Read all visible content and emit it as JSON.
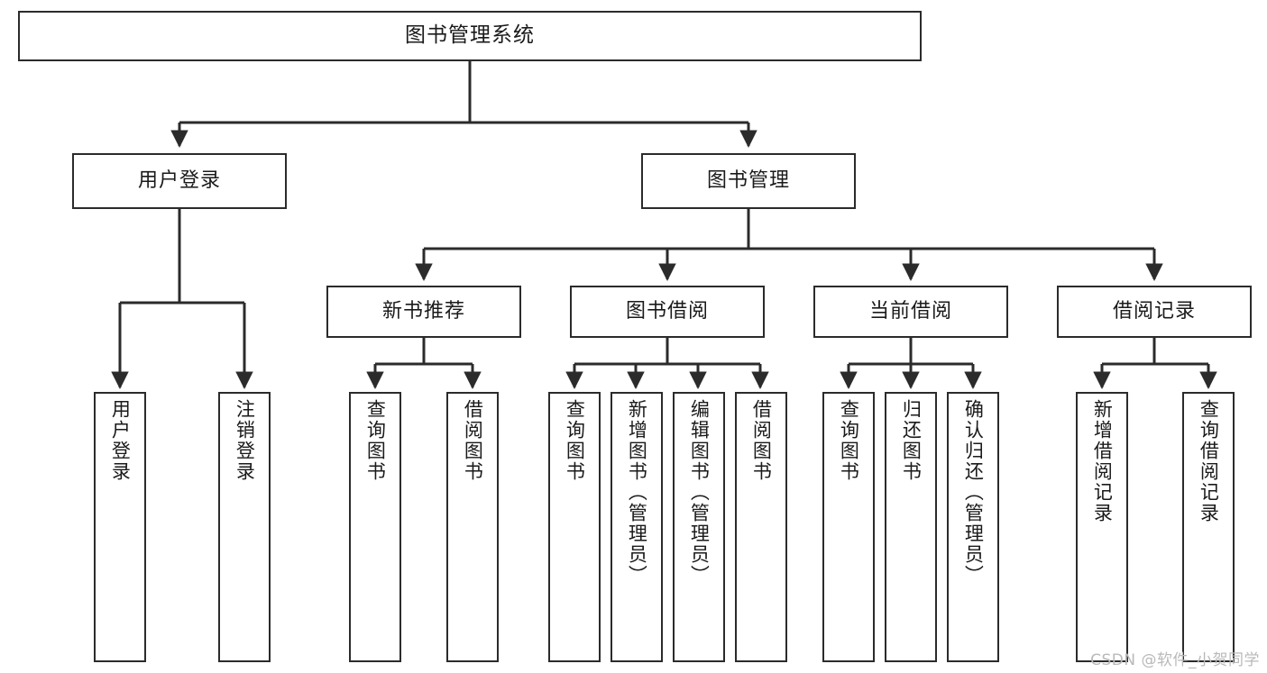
{
  "diagram": {
    "title": "图书管理系统",
    "type": "tree-hierarchy",
    "watermark": "CSDN @软件_小贺同学",
    "colors": {
      "box_border": "#2b2b2b",
      "box_fill": "#ffffff",
      "line": "#2b2b2b",
      "text": "#1a1a1a",
      "watermark": "#b9b9b9"
    },
    "levels": {
      "level1": [
        {
          "id": "root",
          "label": "图书管理系统"
        }
      ],
      "level2": [
        {
          "id": "user-login",
          "label": "用户登录"
        },
        {
          "id": "book-manage",
          "label": "图书管理"
        }
      ],
      "level3": [
        {
          "id": "new-book-rec",
          "label": "新书推荐"
        },
        {
          "id": "book-borrow",
          "label": "图书借阅"
        },
        {
          "id": "current-borrow",
          "label": "当前借阅"
        },
        {
          "id": "borrow-record",
          "label": "借阅记录"
        }
      ],
      "level4": [
        {
          "id": "leaf-user-login",
          "label": "用户登录",
          "parent": "user-login"
        },
        {
          "id": "leaf-user-logout",
          "label": "注销登录",
          "parent": "user-login"
        },
        {
          "id": "leaf-rec-query",
          "label": "查询图书",
          "parent": "new-book-rec"
        },
        {
          "id": "leaf-rec-borrow",
          "label": "借阅图书",
          "parent": "new-book-rec"
        },
        {
          "id": "leaf-borrow-query",
          "label": "查询图书",
          "parent": "book-borrow"
        },
        {
          "id": "leaf-borrow-add",
          "label": "新增图书（管理员）",
          "parent": "book-borrow"
        },
        {
          "id": "leaf-borrow-edit",
          "label": "编辑图书（管理员）",
          "parent": "book-borrow"
        },
        {
          "id": "leaf-borrow-lend",
          "label": "借阅图书",
          "parent": "book-borrow"
        },
        {
          "id": "leaf-cur-query",
          "label": "查询图书",
          "parent": "current-borrow"
        },
        {
          "id": "leaf-cur-return",
          "label": "归还图书",
          "parent": "current-borrow"
        },
        {
          "id": "leaf-cur-confirm",
          "label": "确认归还（管理员）",
          "parent": "current-borrow"
        },
        {
          "id": "leaf-rec-add",
          "label": "新增借阅记录",
          "parent": "borrow-record"
        },
        {
          "id": "leaf-rec-query2",
          "label": "查询借阅记录",
          "parent": "borrow-record"
        }
      ]
    }
  }
}
